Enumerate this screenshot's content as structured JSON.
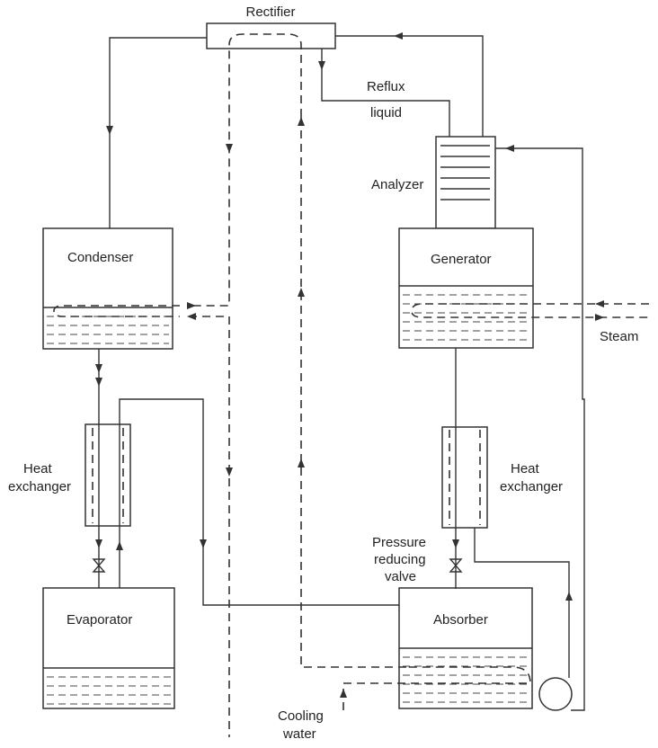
{
  "labels": {
    "rectifier": "Rectifier",
    "reflux_1": "Reflux",
    "reflux_2": "liquid",
    "analyzer": "Analyzer",
    "condenser": "Condenser",
    "generator": "Generator",
    "steam": "Steam",
    "heat_exchanger_left_1": "Heat",
    "heat_exchanger_left_2": "exchanger",
    "heat_exchanger_right_1": "Heat",
    "heat_exchanger_right_2": "exchanger",
    "pressure_1": "Pressure",
    "pressure_2": "reducing",
    "pressure_3": "valve",
    "evaporator": "Evaporator",
    "absorber": "Absorber",
    "cooling_1": "Cooling",
    "cooling_2": "water"
  }
}
